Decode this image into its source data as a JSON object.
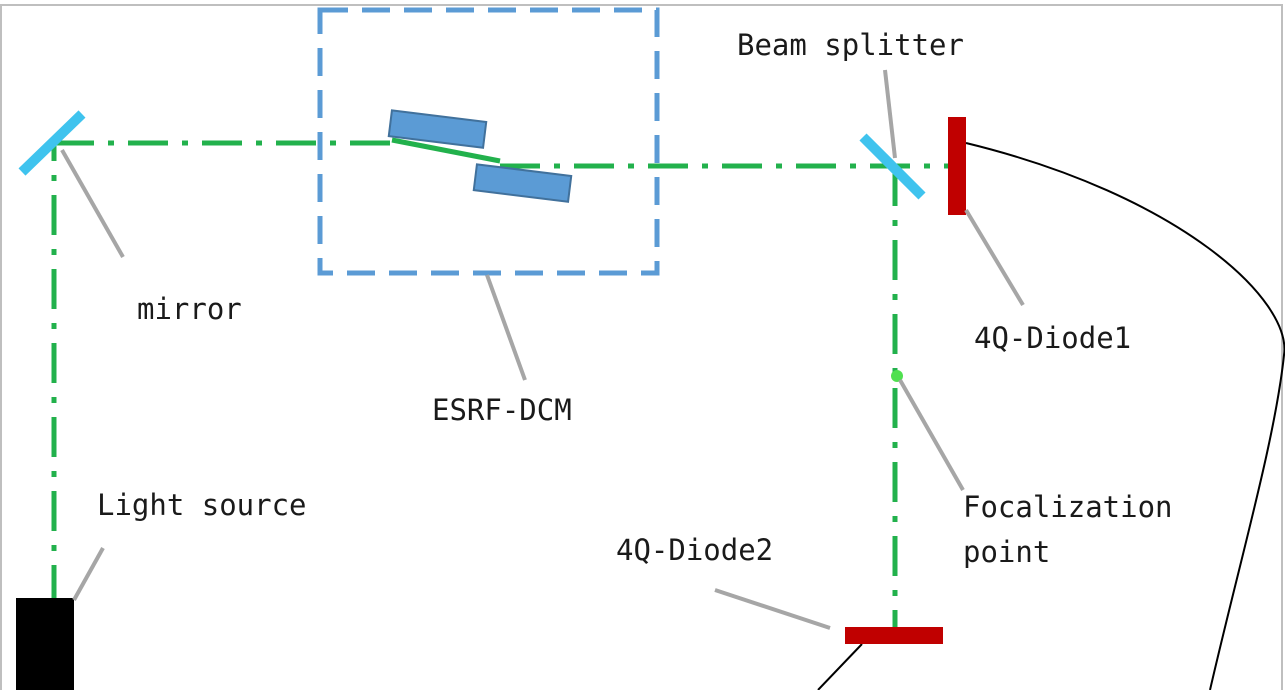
{
  "labels": {
    "mirror": "mirror",
    "esrf_dcm": "ESRF-DCM",
    "beam_splitter": "Beam splitter",
    "diode1": "4Q-Diode1",
    "focalization_line1": "Focalization",
    "focalization_line2": "point",
    "diode2": "4Q-Diode2",
    "light_source": "Light source"
  },
  "colors": {
    "beam": "#22b14c",
    "mirror": "#3fc3ee",
    "crystal": "#5b9bd5",
    "crystal_border": "#41719c",
    "dcm_box": "#5b9bd5",
    "diode": "#c00000",
    "leader": "#a6a6a6",
    "source": "#000000",
    "focal_point": "#4fe04f",
    "frame": "#bfbfbf"
  }
}
